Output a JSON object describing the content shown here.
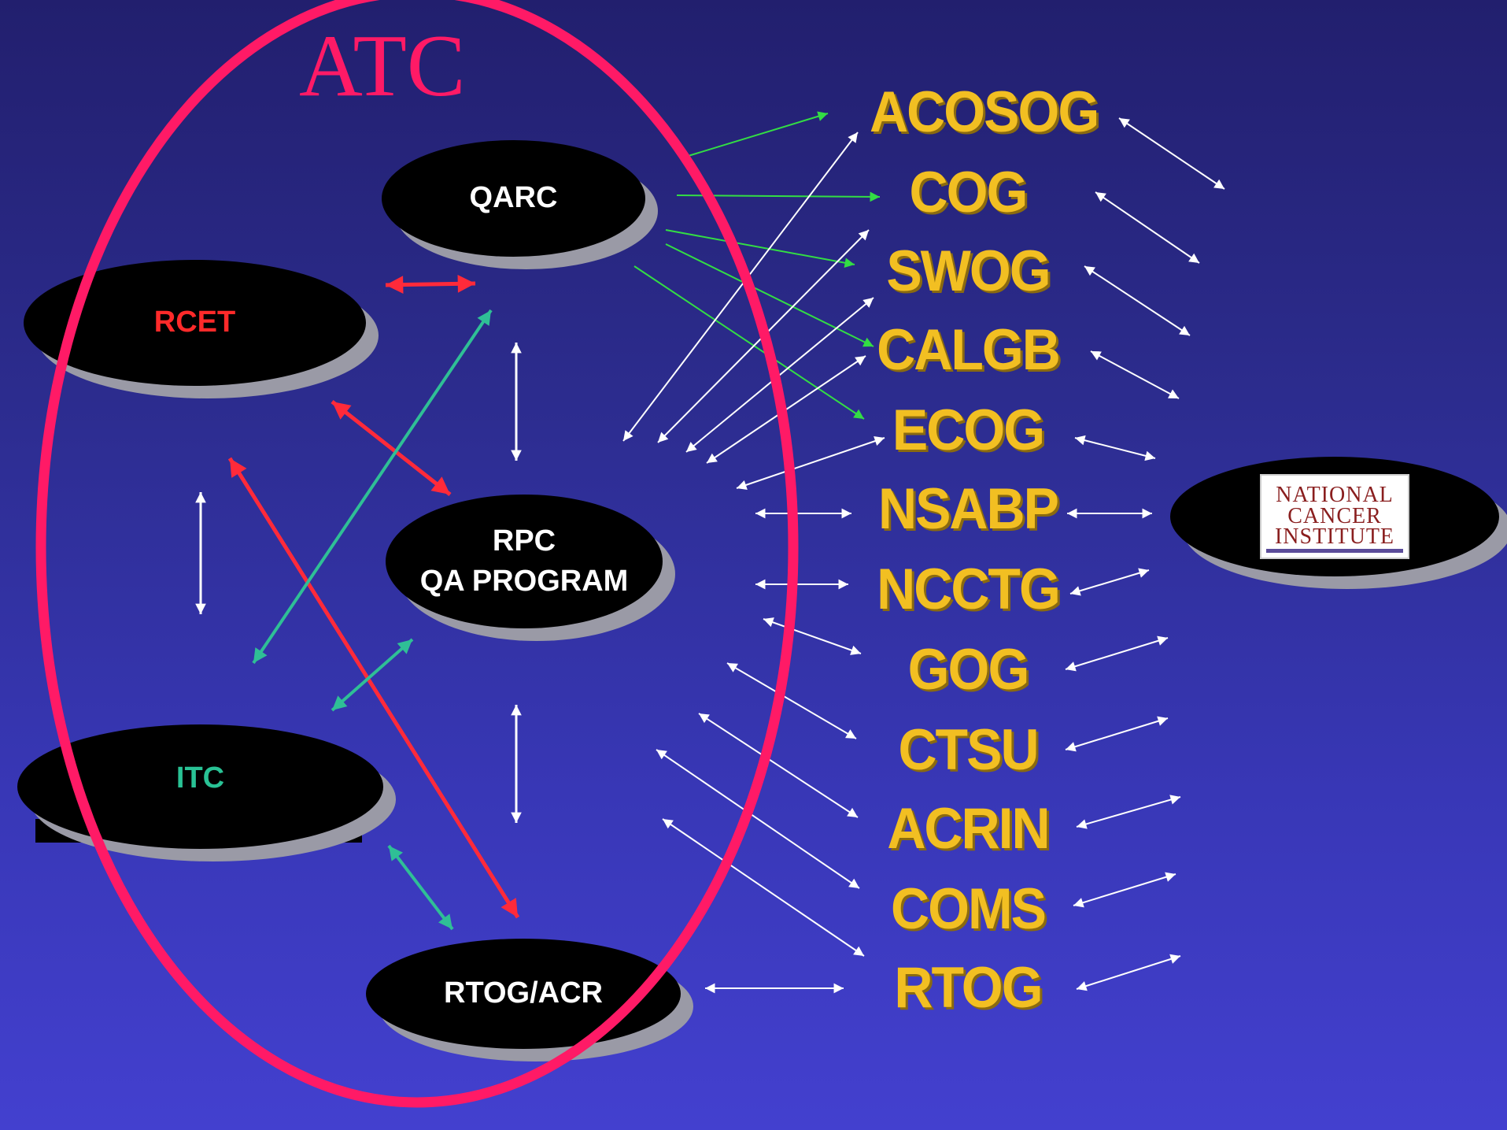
{
  "title": "ATC",
  "nodes": {
    "qarc": "QARC",
    "rcet": "RCET",
    "rpc_line1": "RPC",
    "rpc_line2": "QA PROGRAM",
    "itc": "ITC",
    "rtog_acr": "RTOG/ACR"
  },
  "groups": [
    "ACOSOG",
    "COG",
    "SWOG",
    "CALGB",
    "ECOG",
    "NSABP",
    "NCCTG",
    "GOG",
    "CTSU",
    "ACRIN",
    "COMS",
    "RTOG"
  ],
  "nci_logo": {
    "lines": [
      "NATIONAL",
      "CANCER",
      "INSTITUTE"
    ],
    "icon": "nci-logo"
  },
  "colors": {
    "atc": "#ff1a66",
    "rcet_links": "#ff2a3a",
    "itc_links": "#2fbf96",
    "qarc_links": "#33dd44",
    "other_links": "#ffffff",
    "group_labels": "#f2bf22"
  }
}
